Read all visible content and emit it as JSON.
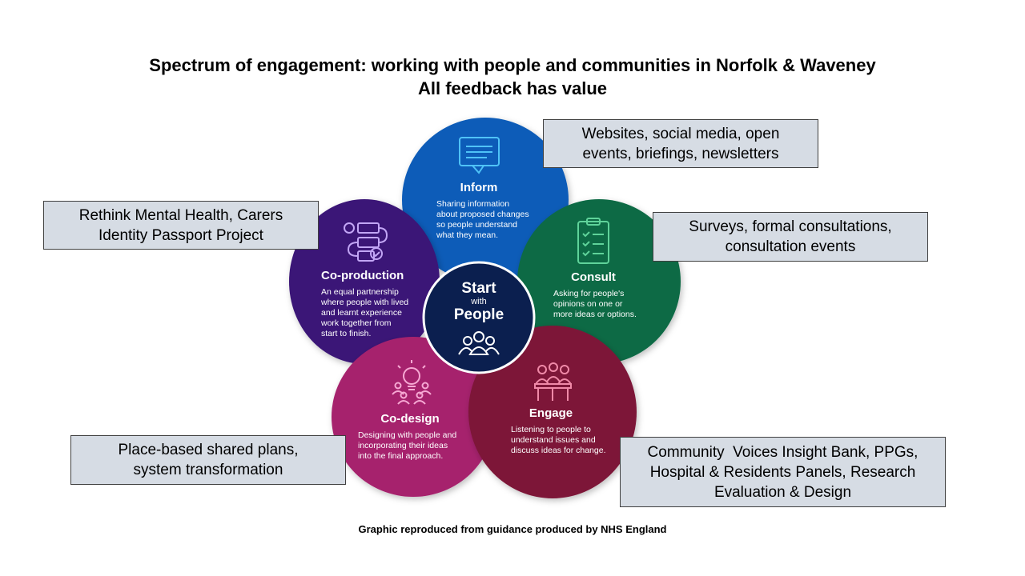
{
  "header": {
    "title_line1": "Spectrum of engagement: working with people and communities in Norfolk & Waveney",
    "title_line2": "All feedback has value"
  },
  "center": {
    "line1": "Start",
    "line2": "with",
    "line3": "People",
    "icon": "people-group-icon",
    "color": "#0b1f4f"
  },
  "petals": {
    "inform": {
      "title": "Inform",
      "desc": [
        "Sharing information",
        "about proposed changes",
        "so people understand",
        "what they mean."
      ],
      "color": "#0a5bb8",
      "icon": "message-icon"
    },
    "consult": {
      "title": "Consult",
      "desc": [
        "Asking for people's",
        "opinions on one or",
        "more ideas or options."
      ],
      "color": "#0b6b45",
      "icon": "clipboard-checklist-icon"
    },
    "engage": {
      "title": "Engage",
      "desc": [
        "Listening to people to",
        "understand issues and",
        "discuss ideas for change."
      ],
      "color": "#7d1537",
      "icon": "meeting-icon"
    },
    "codesign": {
      "title": "Co-design",
      "desc": [
        "Designing with people and",
        "incorporating their ideas",
        "into the final approach."
      ],
      "color": "#a6226d",
      "icon": "lightbulb-people-icon"
    },
    "coproduction": {
      "title": "Co-production",
      "desc": [
        "An equal partnership",
        "where people with lived",
        "and learnt experience",
        "work together from",
        "start to finish."
      ],
      "color": "#3b1477",
      "icon": "workflow-icon"
    }
  },
  "callouts": {
    "inform": [
      "Websites, social media, open",
      "events, briefings, newsletters"
    ],
    "consult": [
      "Surveys, formal consultations,",
      "consultation events"
    ],
    "engage": [
      "Community  Voices Insight Bank, PPGs,",
      "Hospital & Residents Panels, Research",
      "Evaluation & Design"
    ],
    "codesign": [
      "Place-based shared plans,",
      "system transformation"
    ],
    "coproduction": [
      "Rethink Mental Health, Carers",
      "Identity Passport Project"
    ]
  },
  "footer": {
    "text": "Graphic reproduced from guidance produced by NHS England"
  }
}
